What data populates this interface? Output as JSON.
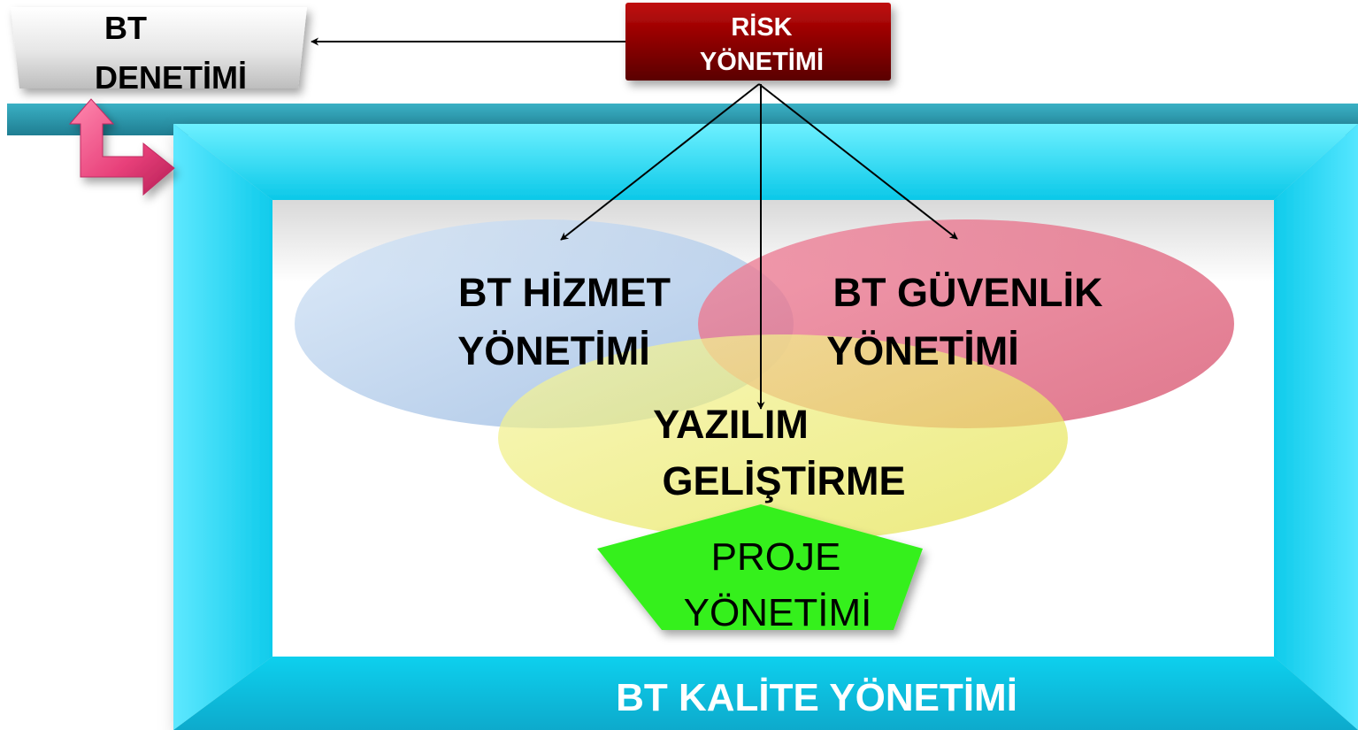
{
  "audit": {
    "line1": "BT",
    "line2": "DENETİMİ"
  },
  "risk": {
    "line1": "RİSK",
    "line2": "YÖNETİMİ"
  },
  "service": {
    "line1": "BT HİZMET",
    "line2": "YÖNETİMİ"
  },
  "security": {
    "line1": "BT GÜVENLİK",
    "line2": "YÖNETİMİ"
  },
  "software": {
    "line1": "YAZILIM",
    "line2": "GELİŞTİRME"
  },
  "project": {
    "line1": "PROJE",
    "line2": "YÖNETİMİ"
  },
  "quality": {
    "title": "BT KALİTE YÖNETİMİ"
  },
  "colors": {
    "frame": "#12dcf6",
    "band": "#2e9cb0",
    "risk_box": "#8a0000",
    "service_ellipse": "#a9c6ea",
    "security_ellipse": "#e0667e",
    "software_ellipse": "#eeed68",
    "project_shape": "#35f01c",
    "bent_arrow": "#e8407a"
  }
}
